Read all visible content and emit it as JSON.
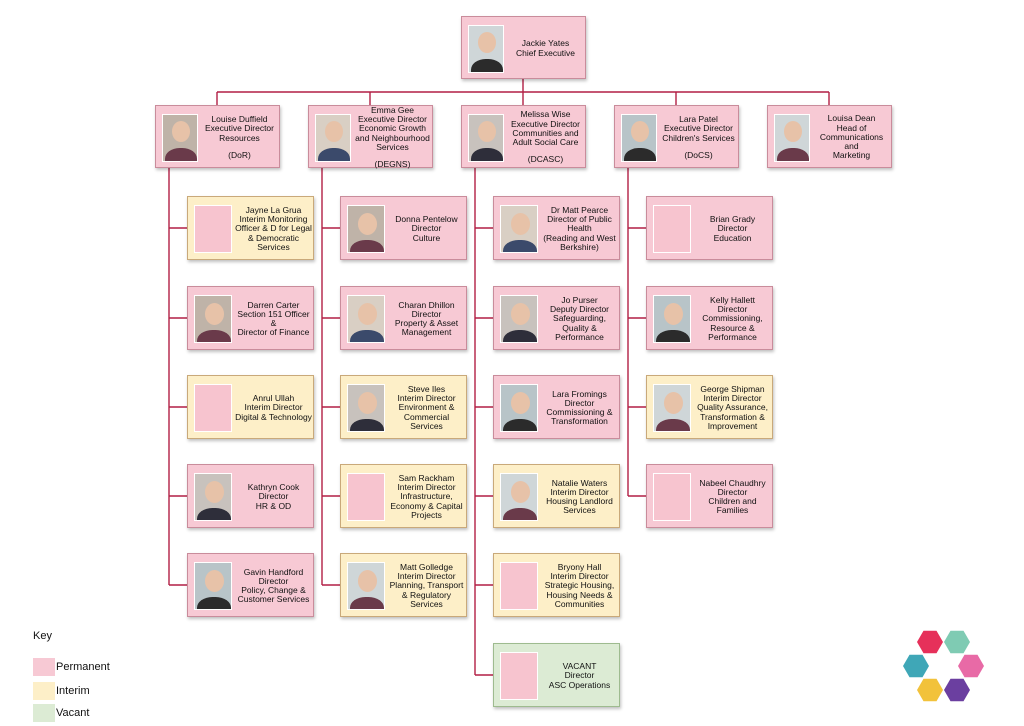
{
  "colors": {
    "permanent": "#f7c9d4",
    "interim": "#fdefc8",
    "vacant": "#dcebd4",
    "connector": "#b21f45"
  },
  "chief": {
    "name": "Jackie Yates",
    "title": "Chief Executive",
    "status": "permanent",
    "photo": "photo"
  },
  "executives": [
    {
      "name": "Louise Duffield",
      "title": "Executive Director\nResources",
      "dept": "(DoR)",
      "status": "permanent",
      "photo": "photo"
    },
    {
      "name": "Emma Gee",
      "title": "Executive Director\nEconomic Growth\nand Neighbourhood\nServices",
      "dept": "(DEGNS)",
      "status": "permanent",
      "photo": "photo"
    },
    {
      "name": "Melissa Wise",
      "title": "Executive Director\nCommunities and\nAdult Social Care",
      "dept": "(DCASC)",
      "status": "permanent",
      "photo": "photo"
    },
    {
      "name": "Lara Patel",
      "title": "Executive Director\nChildren's Services",
      "dept": "(DoCS)",
      "status": "permanent",
      "photo": "photo"
    },
    {
      "name": "Louisa Dean",
      "title": "Head of\nCommunications and\nMarketing",
      "dept": "",
      "status": "permanent",
      "photo": "photo"
    }
  ],
  "columns": [
    [
      {
        "name": "Jayne La Grua",
        "title": "Interim Monitoring\nOfficer & D for Legal\n& Democratic\nServices",
        "status": "interim",
        "photo": "placeholder"
      },
      {
        "name": "Darren Carter",
        "title": "Section 151 Officer &\nDirector of Finance",
        "status": "permanent",
        "photo": "photo"
      },
      {
        "name": "Anrul Ullah",
        "title": "Interim Director\nDigital & Technology",
        "status": "interim",
        "photo": "placeholder"
      },
      {
        "name": "Kathryn Cook",
        "title": "Director\nHR & OD",
        "status": "permanent",
        "photo": "photo"
      },
      {
        "name": "Gavin Handford",
        "title": "Director\nPolicy, Change &\nCustomer Services",
        "status": "permanent",
        "photo": "photo"
      }
    ],
    [
      {
        "name": "Donna Pentelow",
        "title": "Director\nCulture",
        "status": "permanent",
        "photo": "photo"
      },
      {
        "name": "Charan Dhillon",
        "title": "Director\nProperty & Asset\nManagement",
        "status": "permanent",
        "photo": "photo"
      },
      {
        "name": "Steve Iles",
        "title": "Interim Director\nEnvironment &\nCommercial Services",
        "status": "interim",
        "photo": "photo"
      },
      {
        "name": "Sam Rackham",
        "title": "Interim Director\nInfrastructure,\nEconomy & Capital\nProjects",
        "status": "interim",
        "photo": "placeholder"
      },
      {
        "name": "Matt Golledge",
        "title": "Interim Director\nPlanning, Transport\n& Regulatory\nServices",
        "status": "interim",
        "photo": "photo"
      }
    ],
    [
      {
        "name": "Dr Matt Pearce",
        "title": "Director of Public\nHealth\n(Reading and West\nBerkshire)",
        "status": "permanent",
        "photo": "photo"
      },
      {
        "name": "Jo Purser",
        "title": "Deputy Director\nSafeguarding,\nQuality &\nPerformance",
        "status": "permanent",
        "photo": "photo"
      },
      {
        "name": "Lara Fromings",
        "title": "Director\nCommissioning &\nTransformation",
        "status": "permanent",
        "photo": "photo"
      },
      {
        "name": "Natalie Waters",
        "title": "Interim Director\nHousing Landlord\nServices",
        "status": "interim",
        "photo": "photo"
      },
      {
        "name": "Bryony Hall",
        "title": "Interim Director\nStrategic Housing,\nHousing Needs &\nCommunities",
        "status": "interim",
        "photo": "placeholder"
      },
      {
        "name": "VACANT",
        "title": "Director\nASC Operations",
        "status": "vacant",
        "photo": "placeholder"
      }
    ],
    [
      {
        "name": "Brian Grady",
        "title": "Director\nEducation",
        "status": "permanent",
        "photo": "placeholder"
      },
      {
        "name": "Kelly Hallett",
        "title": "Director\nCommissioning,\nResource &\nPerformance",
        "status": "permanent",
        "photo": "photo"
      },
      {
        "name": "George Shipman",
        "title": "Interim Director\nQuality Assurance,\nTransformation &\nImprovement",
        "status": "interim",
        "photo": "photo"
      },
      {
        "name": "Nabeel Chaudhry",
        "title": "Director\nChildren and\nFamilies",
        "status": "permanent",
        "photo": "placeholder"
      }
    ]
  ],
  "key": {
    "title": "Key",
    "items": [
      {
        "label": "Permanent",
        "status": "permanent"
      },
      {
        "label": "Interim",
        "status": "interim"
      },
      {
        "label": "Vacant",
        "status": "vacant"
      }
    ]
  },
  "logo": {
    "name": "hexagon-logo",
    "colors": [
      "#e6305a",
      "#7fcbb3",
      "#3fa7b7",
      "#e86aa6",
      "#f2c23b",
      "#6b3fa0"
    ]
  }
}
